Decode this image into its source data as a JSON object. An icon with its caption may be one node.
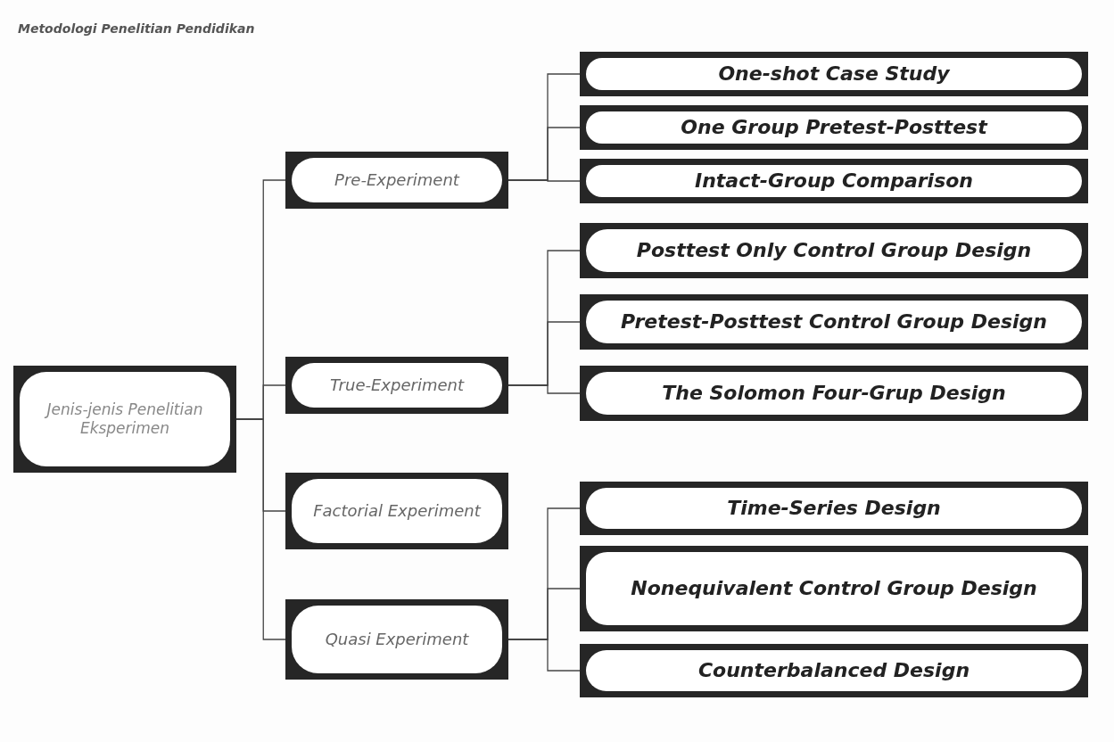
{
  "diagram": {
    "nodes": [
      {
        "text": [
          "Jenis-jenis Penelitian Eksperimen"
        ]
      },
      {
        "text": [
          "Pre-Experiment"
        ]
      },
      {
        "text": [
          "One-shot Case Study"
        ]
      },
      {
        "text": [
          "One Group Pretest-Posttest"
        ]
      },
      {
        "text": [
          "Intact-Group Comparison"
        ]
      },
      {
        "text": [
          "True-Experiment"
        ]
      },
      {
        "text": [
          "Posttest Only Control Group Design"
        ]
      },
      {
        "text": [
          "Pretest-Posttest Control Group Design"
        ]
      },
      {
        "text": [
          "The Solomon Four-Grup Design"
        ]
      },
      {
        "text": [
          "Factorial Experiment"
        ]
      },
      {
        "text": [
          "Quasi Experiment"
        ]
      },
      {
        "text": [
          "Time-Series Design"
        ]
      },
      {
        "text": [
          "Nonequivalent Control Group Design"
        ]
      },
      {
        "text": [
          "Counterbalanced Design"
        ]
      }
    ],
    "edges": [
      {
        "from": 0,
        "to": 1,
        "arrow": "none"
      },
      {
        "from": 0,
        "to": 5,
        "arrow": "none"
      },
      {
        "from": 0,
        "to": 9,
        "arrow": "none"
      },
      {
        "from": 0,
        "to": 10,
        "arrow": "none"
      },
      {
        "from": 1,
        "to": 2,
        "arrow": "none"
      },
      {
        "from": 1,
        "to": 3,
        "arrow": "none"
      },
      {
        "from": 1,
        "to": 4,
        "arrow": "none"
      },
      {
        "from": 5,
        "to": 6,
        "arrow": "none"
      },
      {
        "from": 5,
        "to": 7,
        "arrow": "none"
      },
      {
        "from": 5,
        "to": 8,
        "arrow": "none"
      },
      {
        "from": 10,
        "to": 11,
        "arrow": "none"
      },
      {
        "from": 10,
        "to": 12,
        "arrow": "none"
      },
      {
        "from": 10,
        "to": 13,
        "arrow": "none"
      }
    ],
    "labels": [
      "Metodologi Penelitian Pendidikan"
    ]
  }
}
